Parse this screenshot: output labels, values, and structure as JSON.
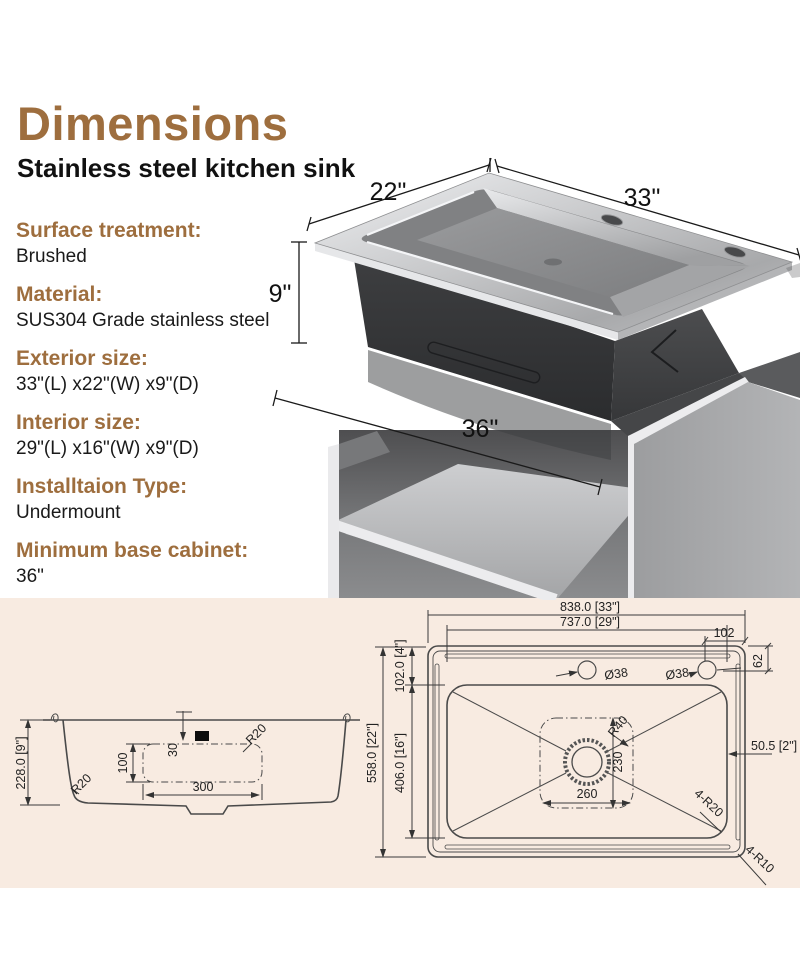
{
  "header": {
    "title": "Dimensions",
    "subtitle": "Stainless steel kitchen sink"
  },
  "specs": [
    {
      "label": "Surface treatment:",
      "value": "Brushed"
    },
    {
      "label": "Material:",
      "value": "SUS304 Grade stainless steel"
    },
    {
      "label": "Exterior size:",
      "value": "33\"(L) x22\"(W) x9\"(D)"
    },
    {
      "label": "Interior size:",
      "value": "29\"(L) x16\"(W) x9\"(D)"
    },
    {
      "label": "Installtaion Type:",
      "value": "Undermount"
    },
    {
      "label": "Minimum base cabinet:",
      "value": "36\""
    }
  ],
  "iso_view": {
    "width": "22\"",
    "length": "33\"",
    "depth": "9\"",
    "cabinet": "36\""
  },
  "side_view": {
    "overall_depth": "228.0 [9\"]",
    "wall_radius": "R20",
    "inner_radius": "R20",
    "top_offset": "30",
    "inner_depth": "100",
    "inner_width": "300"
  },
  "top_view": {
    "overall_length": "838.0 [33\"]",
    "interior_length": "737.0 [29\"]",
    "hole_edge_offset": "102",
    "hole_center_offset": "62",
    "overall_width": "558.0 [22\"]",
    "top_rim_width": "102.0 [4\"]",
    "interior_width": "406.0 [16\"]",
    "left_hole_dia": "Ø38",
    "right_hole_dia": "Ø38",
    "drain_corner_radius": "R40",
    "drain_zone_width": "260",
    "drain_zone_height": "230",
    "right_rim_width": "50.5 [2\"]",
    "bowl_corner_radius": "4-R20",
    "outer_corner_radius": "4-R10"
  },
  "colors": {
    "accent_brown": "#9e6e3e",
    "panel_pink": "#f8ebe1",
    "drawing_line": "#3a3a3a"
  }
}
